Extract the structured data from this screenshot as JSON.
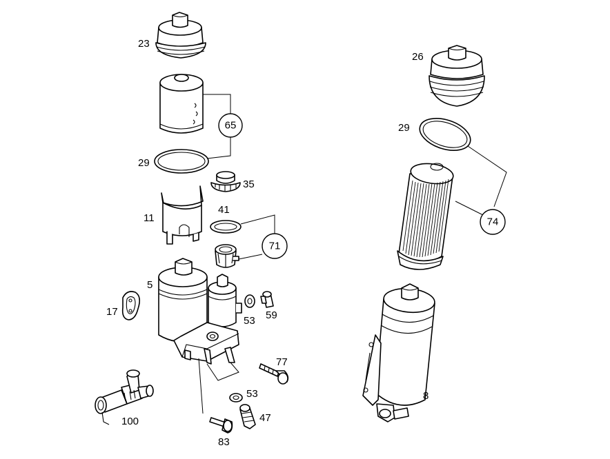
{
  "diagram": {
    "part_labels": {
      "p23": "23",
      "p29_left": "29",
      "p11": "11",
      "p35": "35",
      "p41": "41",
      "p5": "5",
      "p17": "17",
      "p53_upper": "53",
      "p59": "59",
      "p77": "77",
      "p53_lower": "53",
      "p47": "47",
      "p83": "83",
      "p100": "100",
      "p26": "26",
      "p29_right": "29",
      "p8": "8"
    },
    "callouts": {
      "c65": "65",
      "c71": "71",
      "c74": "74"
    }
  }
}
